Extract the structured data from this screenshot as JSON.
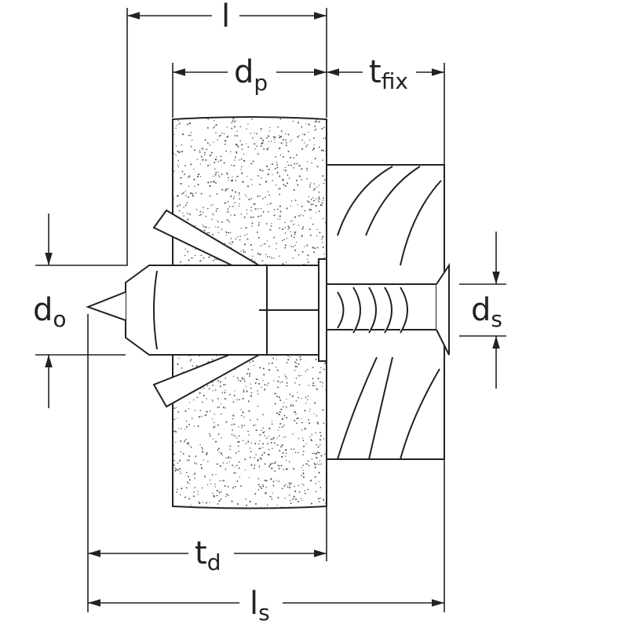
{
  "labels": {
    "l": {
      "base": "l",
      "sub": ""
    },
    "dp": {
      "base": "d",
      "sub": "p"
    },
    "tfix": {
      "base": "t",
      "sub": "fix"
    },
    "do": {
      "base": "d",
      "sub": "o"
    },
    "ds": {
      "base": "d",
      "sub": "s"
    },
    "td": {
      "base": "t",
      "sub": "d"
    },
    "ls": {
      "base": "l",
      "sub": "s"
    }
  },
  "colors": {
    "line": "#222222",
    "background": "#ffffff",
    "stipple": "#555555"
  }
}
